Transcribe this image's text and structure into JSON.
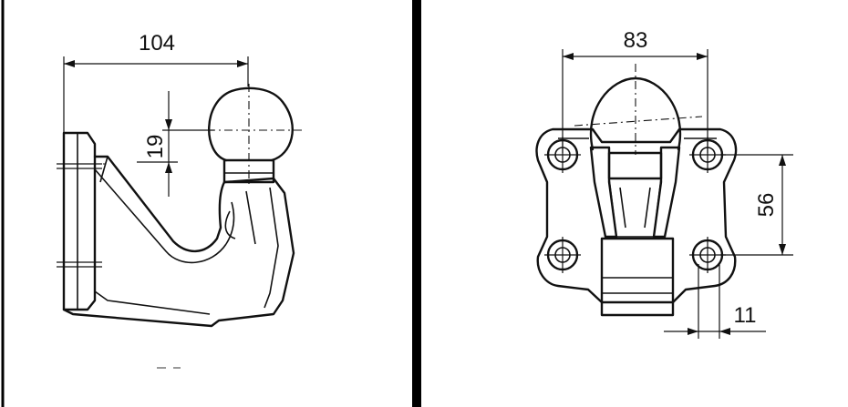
{
  "dimensions": {
    "side_width": "104",
    "ball_offset": "19",
    "front_width": "83",
    "bolt_spacing": "56",
    "bolt_offset": "11"
  },
  "colors": {
    "line": "#111111",
    "divider": "#000000",
    "background": "#ffffff"
  }
}
